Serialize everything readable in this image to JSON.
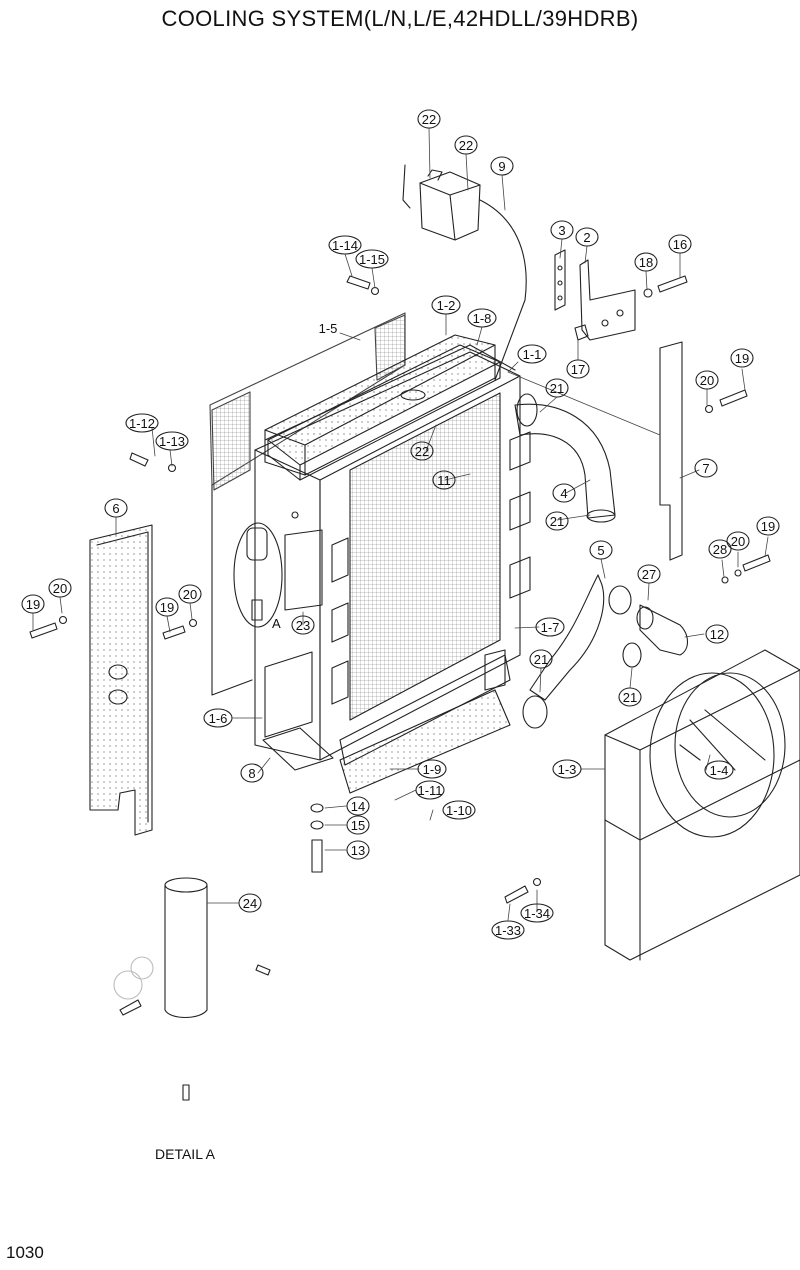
{
  "title": "COOLING SYSTEM(L/N,L/E,42HDLL/39HDRB)",
  "detail_label": "DETAIL A",
  "detail_marker": "A",
  "page_number": "1030",
  "callouts": [
    {
      "id": "c22a",
      "label": "22"
    },
    {
      "id": "c22b",
      "label": "22"
    },
    {
      "id": "c9",
      "label": "9"
    },
    {
      "id": "c3",
      "label": "3"
    },
    {
      "id": "c2",
      "label": "2"
    },
    {
      "id": "c16",
      "label": "16"
    },
    {
      "id": "c18",
      "label": "18"
    },
    {
      "id": "c1-14",
      "label": "1-14"
    },
    {
      "id": "c1-15",
      "label": "1-15"
    },
    {
      "id": "c1-2",
      "label": "1-2"
    },
    {
      "id": "c1-8",
      "label": "1-8"
    },
    {
      "id": "c1-5",
      "label": "1-5"
    },
    {
      "id": "c17",
      "label": "17"
    },
    {
      "id": "c1-1",
      "label": "1-1"
    },
    {
      "id": "c19a",
      "label": "19"
    },
    {
      "id": "c20a",
      "label": "20"
    },
    {
      "id": "c21a",
      "label": "21"
    },
    {
      "id": "c1-12",
      "label": "1-12"
    },
    {
      "id": "c1-13",
      "label": "1-13"
    },
    {
      "id": "c22c",
      "label": "22"
    },
    {
      "id": "c11",
      "label": "11"
    },
    {
      "id": "c7",
      "label": "7"
    },
    {
      "id": "c4",
      "label": "4"
    },
    {
      "id": "c6",
      "label": "6"
    },
    {
      "id": "c21b",
      "label": "21"
    },
    {
      "id": "c19b",
      "label": "19"
    },
    {
      "id": "c20b",
      "label": "20"
    },
    {
      "id": "c28",
      "label": "28"
    },
    {
      "id": "c5",
      "label": "5"
    },
    {
      "id": "c27",
      "label": "27"
    },
    {
      "id": "c20c",
      "label": "20"
    },
    {
      "id": "c20d",
      "label": "20"
    },
    {
      "id": "c19c",
      "label": "19"
    },
    {
      "id": "c19d",
      "label": "19"
    },
    {
      "id": "c23",
      "label": "23"
    },
    {
      "id": "c1-7",
      "label": "1-7"
    },
    {
      "id": "c12",
      "label": "12"
    },
    {
      "id": "c21c",
      "label": "21"
    },
    {
      "id": "c21d",
      "label": "21"
    },
    {
      "id": "c1-6",
      "label": "1-6"
    },
    {
      "id": "c8",
      "label": "8"
    },
    {
      "id": "c1-9",
      "label": "1-9"
    },
    {
      "id": "c1-3",
      "label": "1-3"
    },
    {
      "id": "c1-4",
      "label": "1-4"
    },
    {
      "id": "c14",
      "label": "14"
    },
    {
      "id": "c1-11",
      "label": "1-11"
    },
    {
      "id": "c15",
      "label": "15"
    },
    {
      "id": "c1-10",
      "label": "1-10"
    },
    {
      "id": "c13",
      "label": "13"
    },
    {
      "id": "c24",
      "label": "24"
    },
    {
      "id": "c1-34",
      "label": "1-34"
    },
    {
      "id": "c1-33",
      "label": "1-33"
    }
  ]
}
